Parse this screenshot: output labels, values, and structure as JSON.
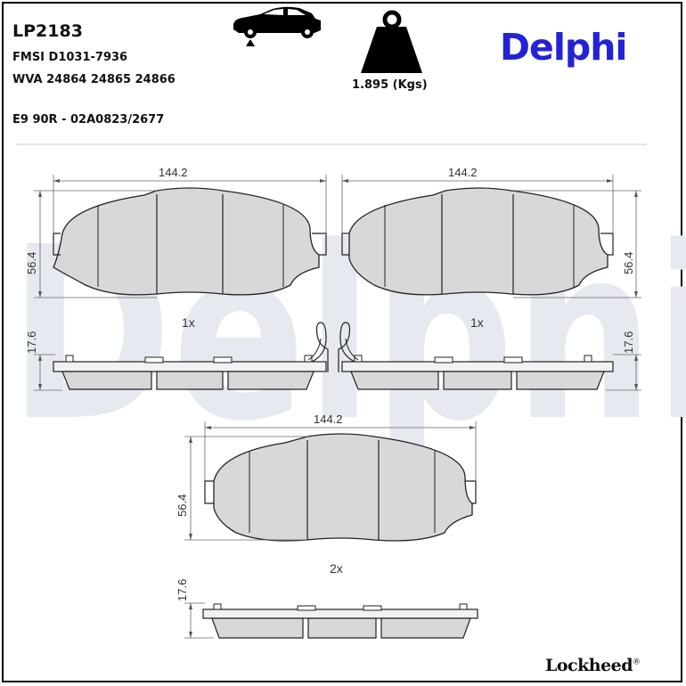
{
  "header": {
    "part_number": "LP2183",
    "fmsi": "FMSI D1031-7936",
    "wva": "WVA 24864 24865 24866",
    "ece": "E9 90R - 02A0823/2677",
    "weight": "1.895 (Kgs)",
    "brand": "Delphi",
    "watermark": "Delphi",
    "sub_brand": "Lockheed",
    "registered_mark": "®"
  },
  "icons": {
    "vehicle": "car-front-axle-icon",
    "weight": "weight-icon"
  },
  "colors": {
    "brand_blue": "#2323d6",
    "pad_fill": "#d8d8d8",
    "watermark": "#e6e9ef",
    "dimension_line": "#666666"
  },
  "drawings": {
    "pad_left": {
      "width_label": "144.2",
      "height_label": "56.4",
      "qty_label": "1x",
      "thickness_label": "17.6"
    },
    "pad_right": {
      "width_label": "144.2",
      "height_label": "56.4",
      "qty_label": "1x",
      "thickness_label": "17.6"
    },
    "pad_bottom": {
      "width_label": "144.2",
      "height_label": "56.4",
      "qty_label": "2x",
      "thickness_label": "17.6"
    }
  }
}
